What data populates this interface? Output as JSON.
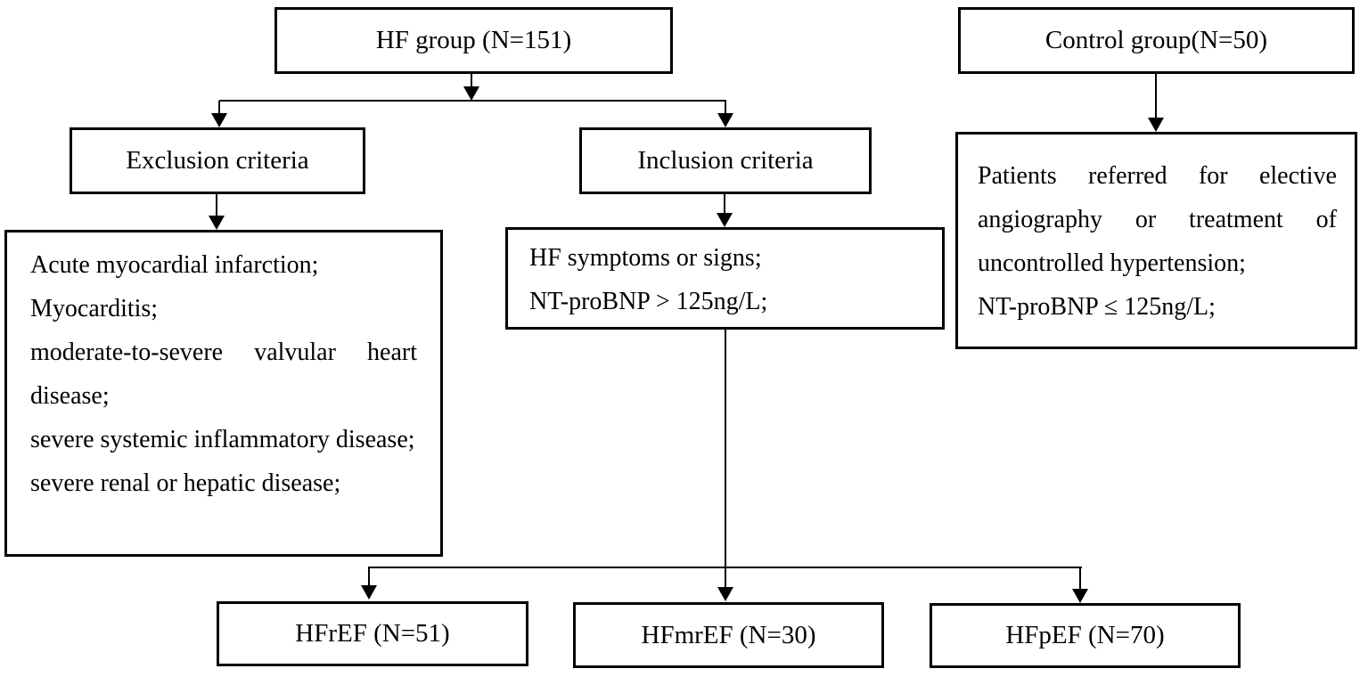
{
  "diagram": {
    "type": "flowchart",
    "background_color": "#ffffff",
    "line_color": "#000000",
    "text_color": "#000000",
    "nodes": {
      "hf_group": {
        "label": "HF group (N=151)"
      },
      "control_group": {
        "label": "Control group(N=50)"
      },
      "exclusion_criteria": {
        "label": "Exclusion criteria"
      },
      "inclusion_criteria": {
        "label": "Inclusion criteria"
      },
      "exclusion_details": {
        "lines": [
          "Acute myocardial infarction;",
          "Myocarditis;",
          "moderate-to-severe valvular heart disease;",
          "severe systemic inflammatory disease;",
          "severe renal or hepatic disease;"
        ]
      },
      "inclusion_details": {
        "lines": [
          "HF symptoms or signs;",
          "NT-proBNP > 125ng/L;"
        ]
      },
      "control_details": {
        "lines": [
          "Patients referred for elective angiography or treatment of uncontrolled hypertension;",
          "NT-proBNP ≤ 125ng/L;"
        ]
      },
      "hfref": {
        "label": "HFrEF (N=51)"
      },
      "hfmref": {
        "label": "HFmrEF (N=30)"
      },
      "hfpef": {
        "label": "HFpEF (N=70)"
      }
    },
    "edges": [
      "hf_group -> exclusion_criteria",
      "hf_group -> inclusion_criteria",
      "control_group -> control_details",
      "exclusion_criteria -> exclusion_details",
      "inclusion_criteria -> inclusion_details",
      "inclusion_details -> hfref",
      "inclusion_details -> hfmref",
      "inclusion_details -> hfpef"
    ]
  }
}
